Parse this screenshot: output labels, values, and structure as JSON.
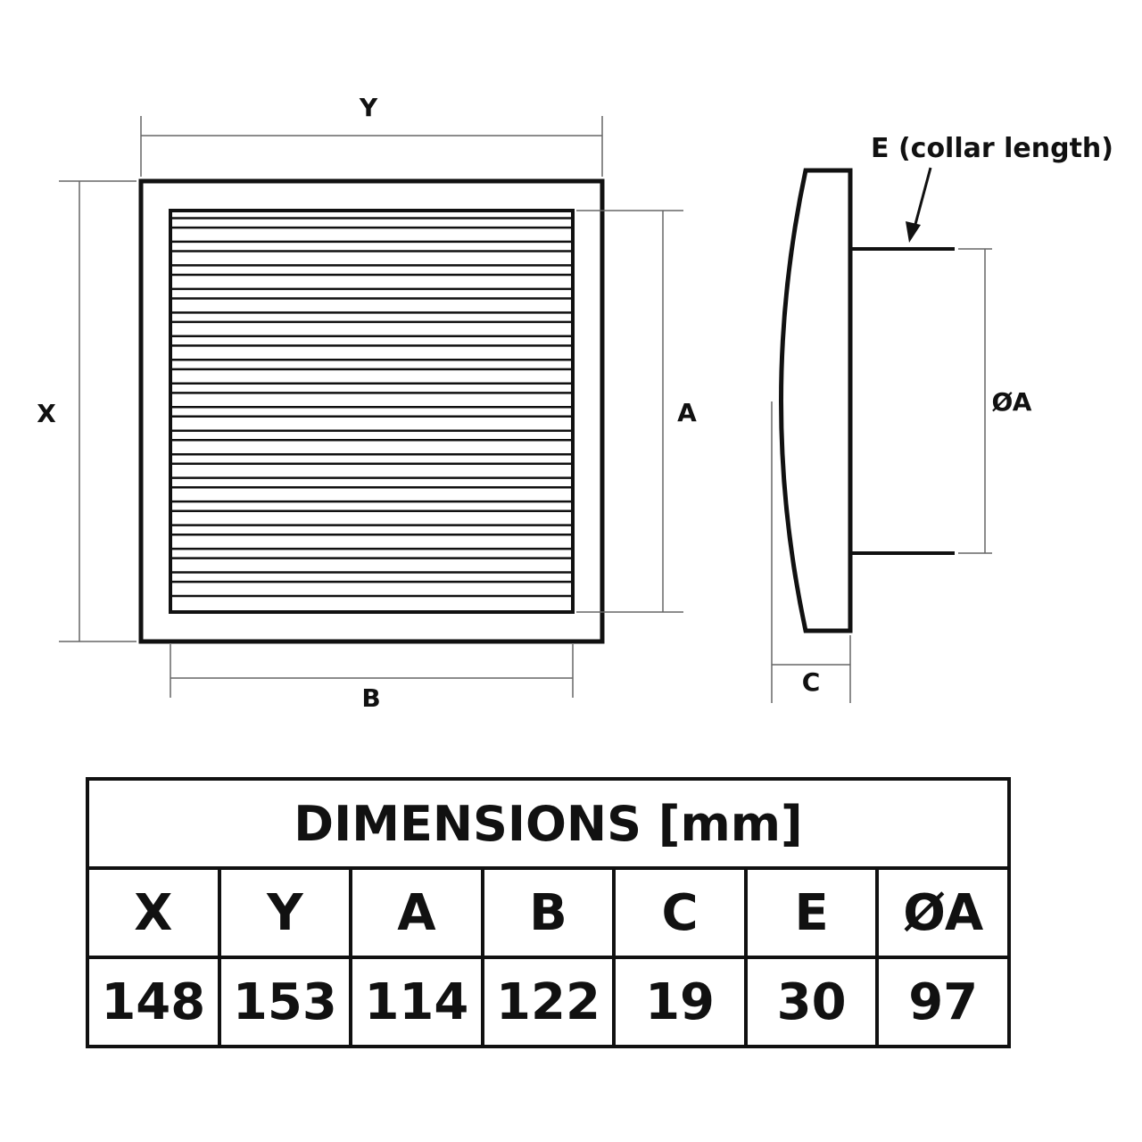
{
  "diagram": {
    "labels": {
      "x": "X",
      "y": "Y",
      "a": "A",
      "b": "B",
      "c": "C",
      "collar": "E (collar length)",
      "diameter": "ØA"
    },
    "slat_count": 17
  },
  "table": {
    "title": "DIMENSIONS [mm]",
    "headers": [
      "X",
      "Y",
      "A",
      "B",
      "C",
      "E",
      "ØA"
    ],
    "values": [
      "148",
      "153",
      "114",
      "122",
      "19",
      "30",
      "97"
    ]
  }
}
